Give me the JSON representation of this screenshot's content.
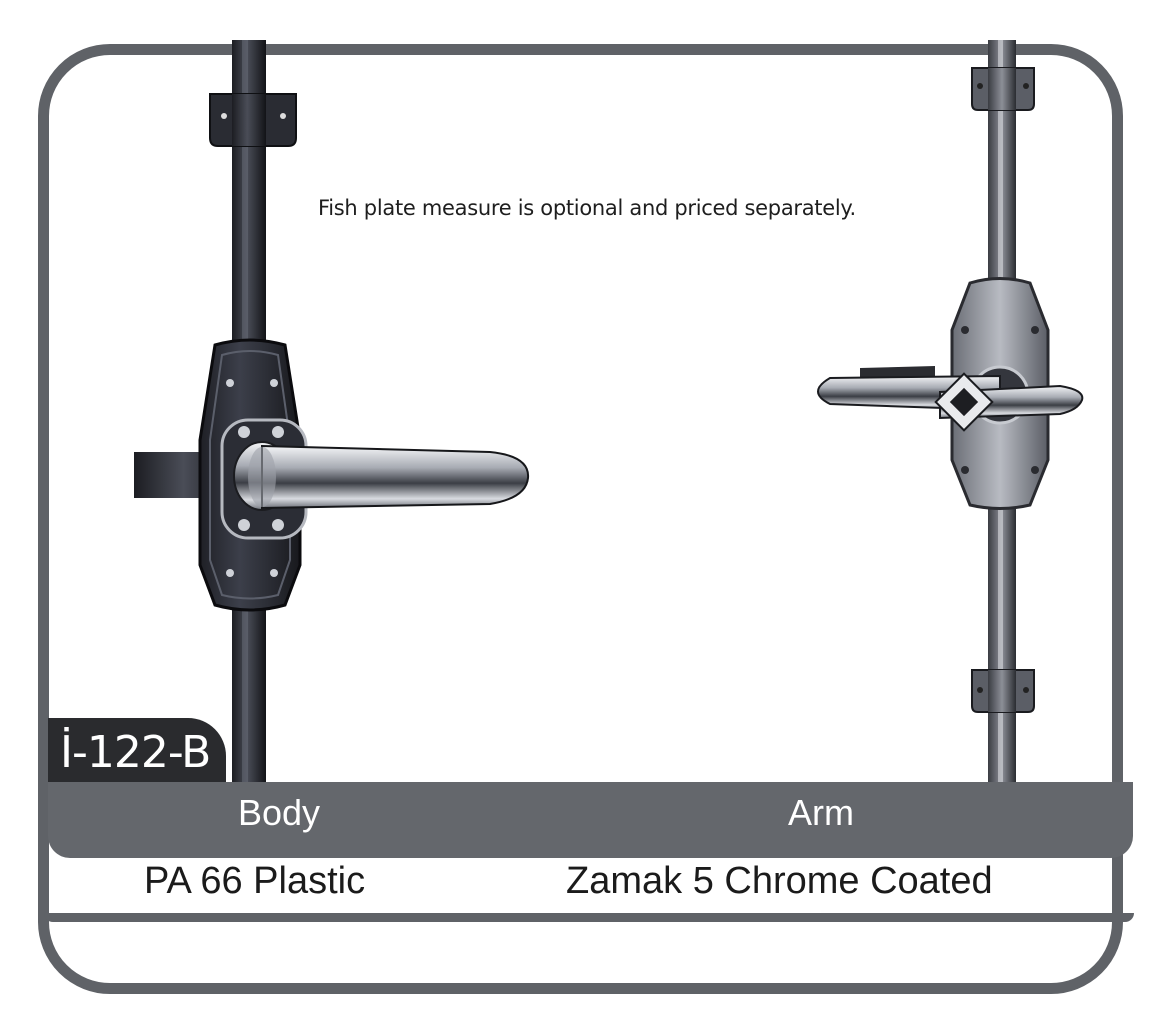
{
  "note": "Fish plate measure is optional and priced separately.",
  "product_code": "İ-122-B",
  "spec": {
    "headers": [
      "Body",
      "Arm"
    ],
    "values": [
      "PA 66 Plastic",
      "Zamak 5 Chrome Coated"
    ]
  },
  "colors": {
    "frame": "#5f6267",
    "header_bg": "#64676c",
    "badge_bg": "#2a2b2e"
  }
}
